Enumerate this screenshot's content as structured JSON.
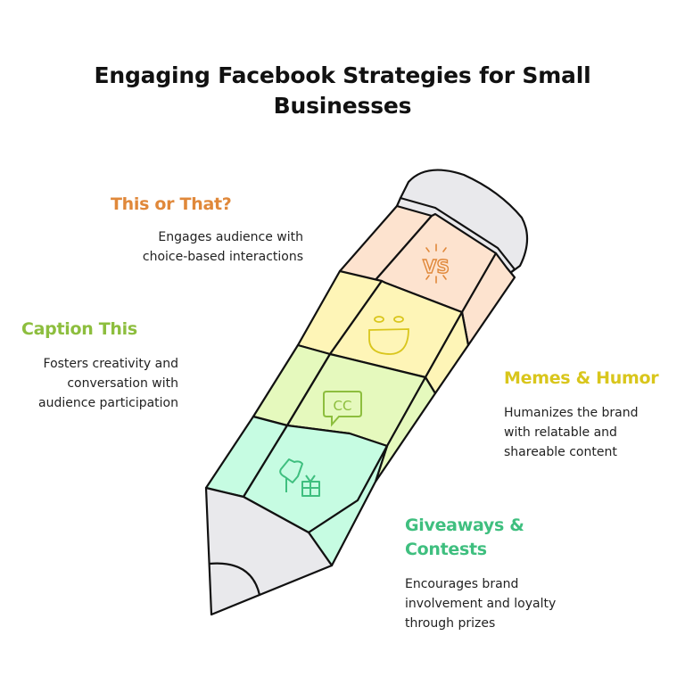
{
  "title": "Engaging Facebook Strategies for Small Businesses",
  "title_lines": [
    "Engaging Facebook Strategies for Small",
    "Businesses"
  ],
  "colors": {
    "this_or_that": "#E0883A",
    "caption_this": "#8DBE3E",
    "memes_humor": "#D9C61C",
    "giveaways": "#3FBF7F",
    "segment_peach": "#FDE3CF",
    "segment_yellow": "#FEF5B7",
    "segment_lime": "#E5F9BD",
    "segment_mint": "#C6FCE2",
    "eraser_gray": "#E9E9EC",
    "outline": "#111111"
  },
  "strategies": [
    {
      "id": "this-or-that",
      "heading": "This or That?",
      "description_lines": [
        "Engages audience with",
        "choice-based interactions"
      ],
      "icon": "vs-icon",
      "icon_text": "VS"
    },
    {
      "id": "memes-humor",
      "heading": "Memes & Humor",
      "description_lines": [
        "Humanizes the brand",
        "with relatable and",
        "shareable content"
      ],
      "icon": "smiley-face-icon"
    },
    {
      "id": "caption-this",
      "heading": "Caption This",
      "description_lines": [
        "Fosters creativity and",
        "conversation with",
        "audience participation"
      ],
      "icon": "closed-caption-icon",
      "icon_text": "CC"
    },
    {
      "id": "giveaways-contests",
      "heading_lines": [
        "Giveaways &",
        "Contests"
      ],
      "description_lines": [
        "Encourages brand",
        "involvement and loyalty",
        "through prizes"
      ],
      "icon": "gift-announcement-icon"
    }
  ]
}
